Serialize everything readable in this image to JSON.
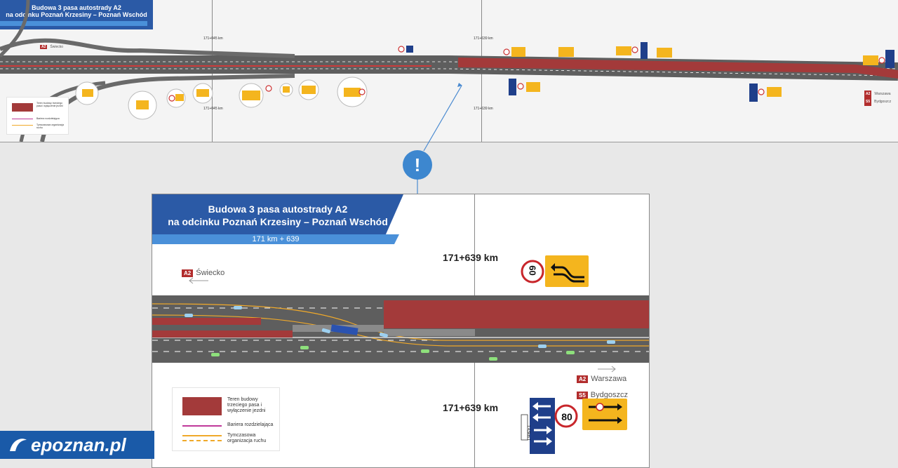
{
  "top": {
    "title_line1": "Budowa 3 pasa autostrady A2",
    "title_line2": "na odcinku Poznań Krzesiny – Poznań Wschód",
    "km_a_top": "171+045 km",
    "km_a_bottom": "171+045 km",
    "km_b_top": "171+639 km",
    "km_b_bottom": "171+639 km",
    "left_dest": "Świecko",
    "right_dest_1": "Warszawa",
    "right_dest_2": "Bydgoszcz",
    "legend": {
      "item1": "Teren budowy trzeciego pasa i wyłączenie jezdni",
      "item2": "Bariera rozdzielająca",
      "item3": "Tymczasowa organizacja ruchu"
    }
  },
  "callout": {
    "symbol": "!"
  },
  "detail": {
    "title_line1": "Budowa 3 pasa autostrady A2",
    "title_line2": "na odcinku Poznań Krzesiny – Poznań Wschód",
    "subtitle": "171 km + 639",
    "left_badge": "A2",
    "left_dest": "Świecko",
    "km_top": "171+639 km",
    "km_bottom": "171+639 km",
    "right_badge_1": "A2",
    "right_dest_1": "Warszawa",
    "right_badge_2": "S5",
    "right_dest_2": "Bydgoszcz",
    "speed_top": "60",
    "speed_bottom": "80",
    "distance_plate": "1 4,5km 1",
    "legend": {
      "item1": "Teren budowy trzeciego pasa i wyłączenie jezdni",
      "item2": "Bariera rozdzielająca",
      "item3": "Tymczasowa organizacja ruchu"
    }
  },
  "logo": {
    "text": "epoznan.pl"
  },
  "colors": {
    "construction": "#a33a3a",
    "barrier": "#c0399a",
    "temp_org": "#f0a92a",
    "title_blue": "#2b5aa6",
    "sub_blue": "#4a90d9",
    "road": "#5a5a5a",
    "sign_yellow": "#f4b51e",
    "sign_blue": "#1f3f8a"
  }
}
